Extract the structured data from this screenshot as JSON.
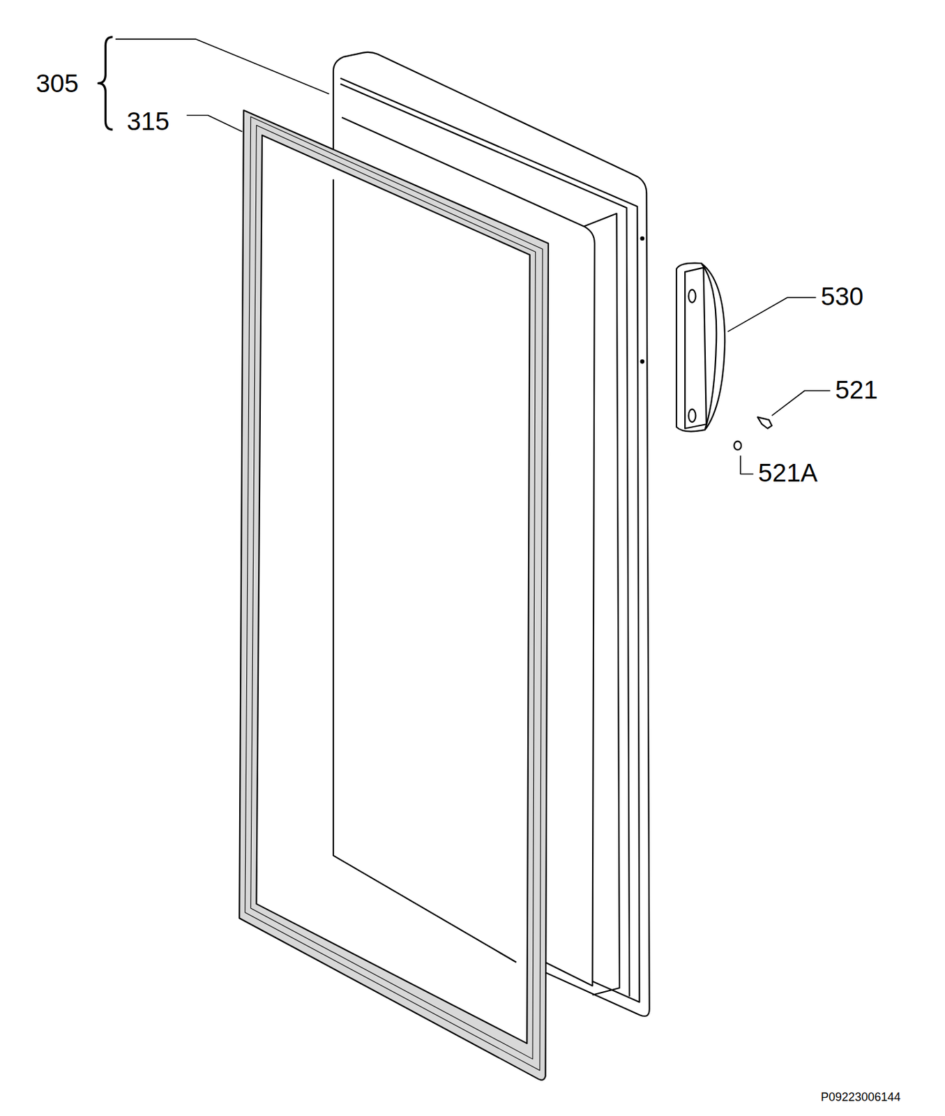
{
  "diagram": {
    "labels": [
      "305",
      "315",
      "530",
      "521",
      "521A",
      "P09223006144"
    ]
  }
}
